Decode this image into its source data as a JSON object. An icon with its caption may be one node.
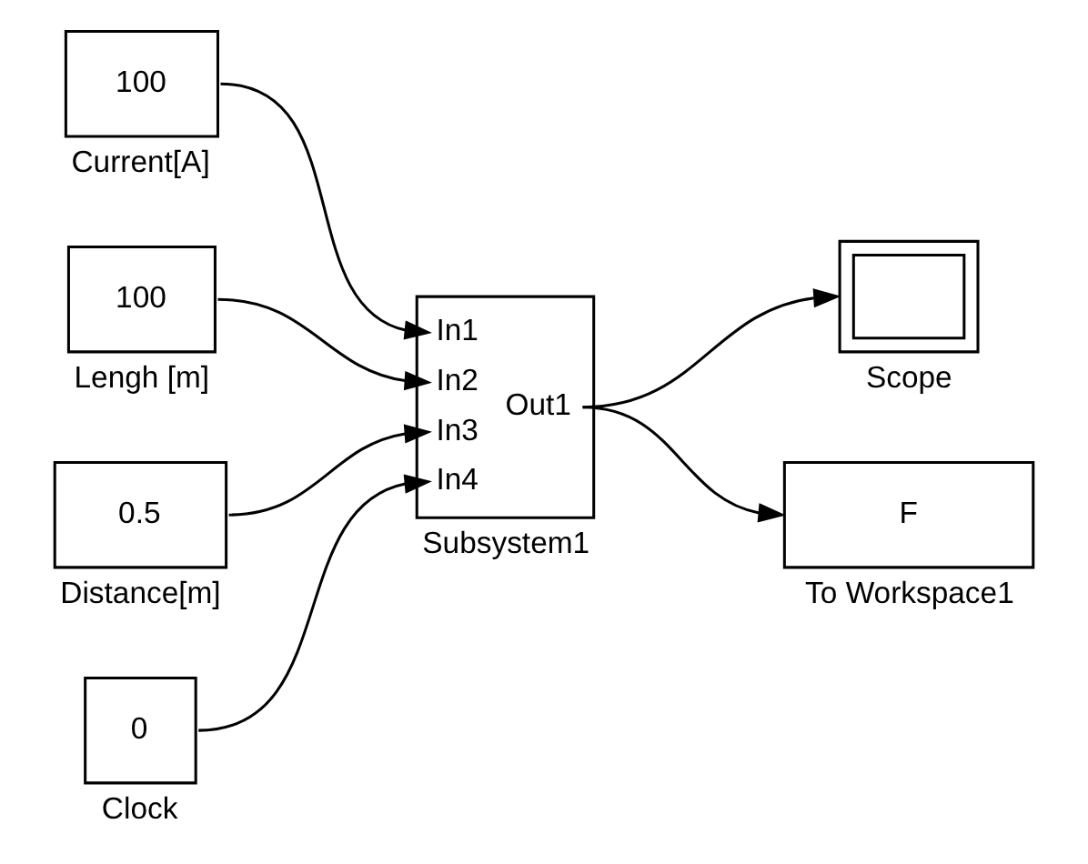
{
  "diagram": {
    "nodes": [
      {
        "text": [
          "100"
        ],
        "beside": [
          "Current[A]"
        ]
      },
      {
        "text": [
          "100"
        ],
        "beside": [
          "Lengh [m]"
        ]
      },
      {
        "text": [
          "0.5"
        ],
        "beside": [
          "Distance[m]"
        ]
      },
      {
        "text": [
          "0"
        ],
        "beside": [
          "Clock"
        ]
      },
      {
        "text": [
          "In1",
          "In2",
          "In3",
          "In4",
          "Out1"
        ],
        "beside": [
          "Subsystem1"
        ]
      },
      {
        "text": [],
        "shape": "box",
        "beside": [
          "Scope"
        ]
      },
      {
        "text": [
          "F"
        ],
        "beside": [
          "To Workspace1"
        ]
      }
    ],
    "edges": [
      {
        "from": 0,
        "to": 4,
        "arrow": "to"
      },
      {
        "from": 1,
        "to": 4,
        "arrow": "to"
      },
      {
        "from": 2,
        "to": 4,
        "arrow": "to"
      },
      {
        "from": 3,
        "to": 4,
        "arrow": "to"
      },
      {
        "from": 4,
        "to": 5,
        "arrow": "to"
      },
      {
        "from": 4,
        "to": 6,
        "arrow": "to"
      }
    ]
  }
}
